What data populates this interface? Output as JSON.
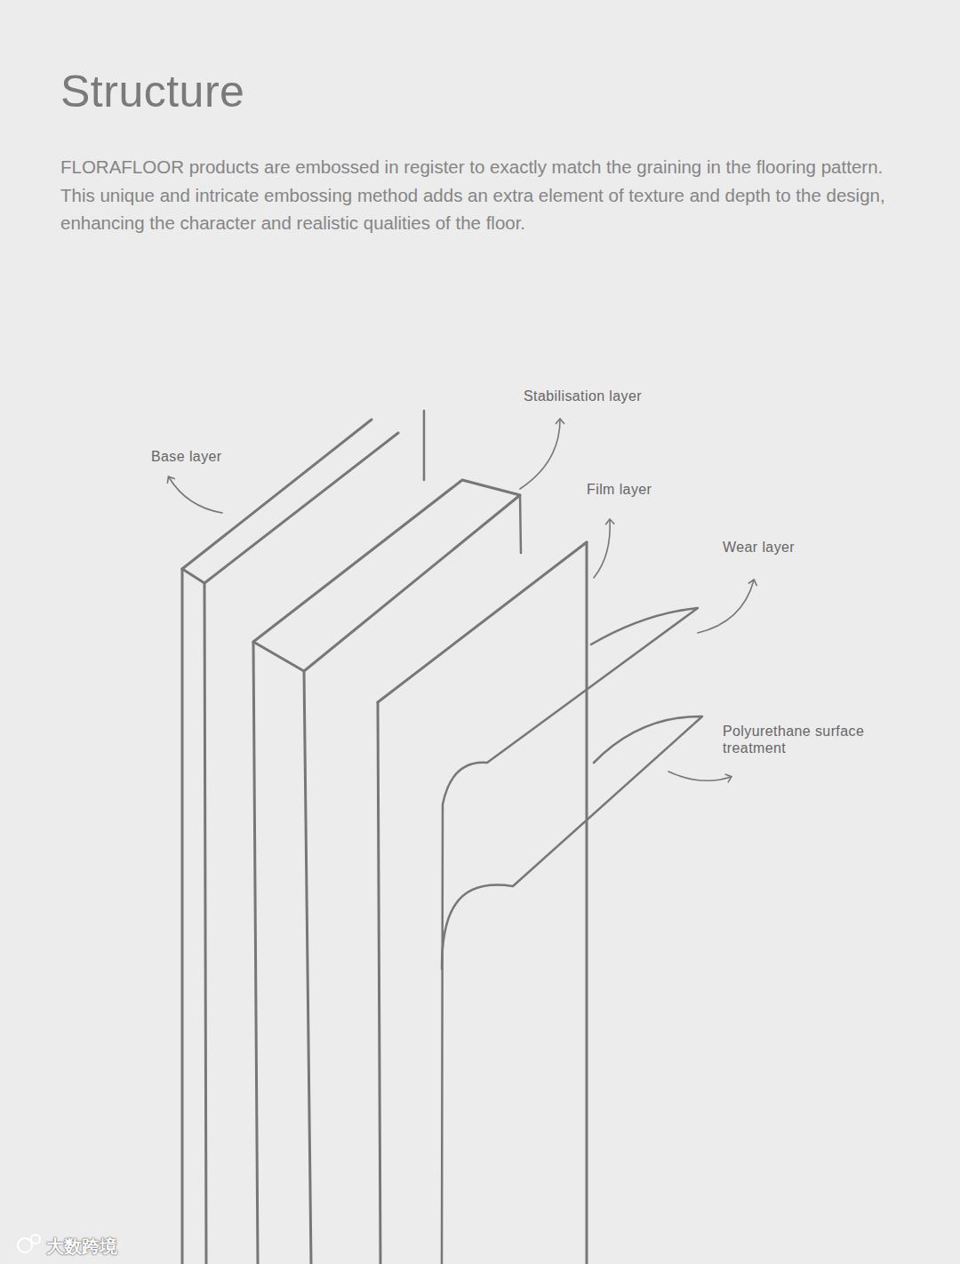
{
  "diagram": {
    "title": "Structure",
    "caption": "FLORAFLOOR products are embossed in register to exactly match the graining in the flooring pattern. This unique and intricate embossing method adds an extra element of texture and depth to the design, enhancing the character and realistic qualities of the floor.",
    "labels": [
      "Stabilisation layer",
      "Base layer",
      "Film layer",
      "Wear layer",
      "Polyurethane surface treatment",
      "大数跨境"
    ]
  }
}
